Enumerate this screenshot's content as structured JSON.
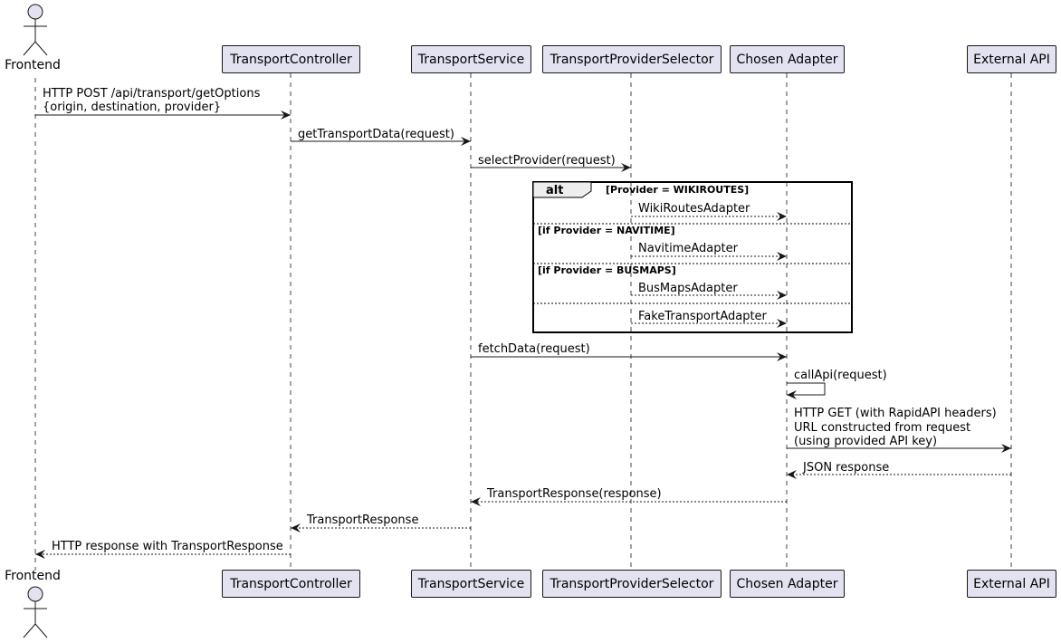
{
  "diagram": {
    "participants": {
      "frontend": "Frontend",
      "controller": "TransportController",
      "service": "TransportService",
      "selector": "TransportProviderSelector",
      "adapter": "Chosen Adapter",
      "external": "External API"
    },
    "messages": {
      "post_line1": "HTTP POST /api/transport/getOptions",
      "post_line2": "{origin, destination, provider}",
      "get_transport_data": "getTransportData(request)",
      "select_provider": "selectProvider(request)",
      "wikiroutes_adapter": "WikiRoutesAdapter",
      "navitime_adapter": "NavitimeAdapter",
      "busmaps_adapter": "BusMapsAdapter",
      "fake_adapter": "FakeTransportAdapter",
      "fetch_data": "fetchData(request)",
      "call_api": "callApi(request)",
      "http_get_line1": "HTTP GET (with RapidAPI headers)",
      "http_get_line2": "URL constructed from request",
      "http_get_line3": "(using provided API key)",
      "json_response": "JSON response",
      "transport_response_response": "TransportResponse(response)",
      "transport_response": "TransportResponse",
      "http_response": "HTTP response with TransportResponse"
    },
    "alt_group": {
      "keyword": "alt",
      "guard1": "[Provider = WIKIROUTES]",
      "guard2": "[if Provider = NAVITIME]",
      "guard3": "[if Provider = BUSMAPS]"
    }
  }
}
